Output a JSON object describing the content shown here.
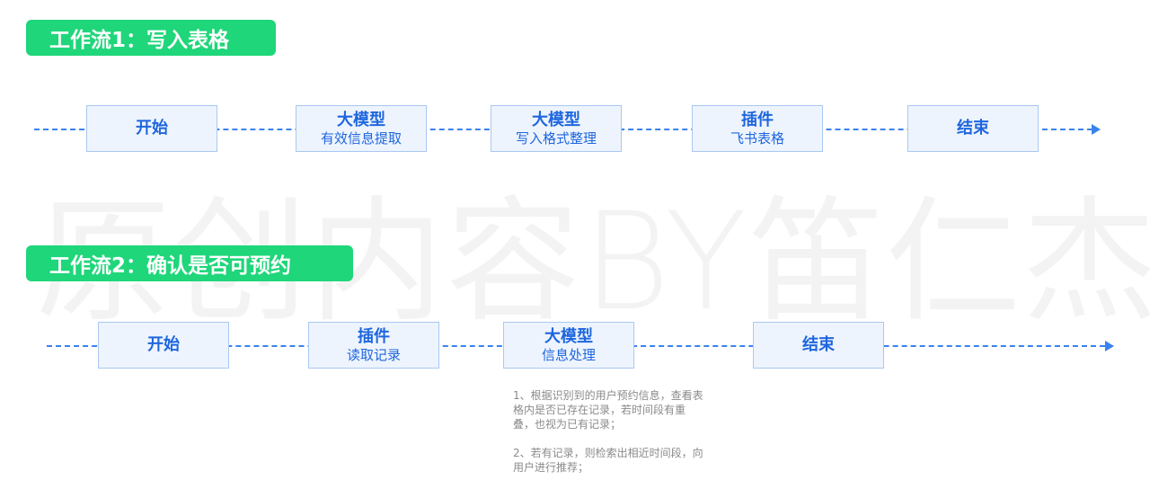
{
  "watermark": "原创内容BY笛仁杰",
  "workflows": [
    {
      "title": "工作流1：写入表格",
      "nodes": [
        {
          "main": "开始",
          "sub": ""
        },
        {
          "main": "大模型",
          "sub": "有效信息提取"
        },
        {
          "main": "大模型",
          "sub": "写入格式整理"
        },
        {
          "main": "插件",
          "sub": "飞书表格"
        },
        {
          "main": "结束",
          "sub": ""
        }
      ]
    },
    {
      "title": "工作流2：确认是否可预约",
      "nodes": [
        {
          "main": "开始",
          "sub": ""
        },
        {
          "main": "插件",
          "sub": "读取记录"
        },
        {
          "main": "大模型",
          "sub": "信息处理"
        },
        {
          "main": "结束",
          "sub": ""
        }
      ],
      "notes": [
        "1、根据识别到的用户预约信息，查看表格内是否已存在记录，若时间段有重叠，也视为已有记录；",
        "2、若有记录，则检索出相近时间段，向用户进行推荐；"
      ]
    }
  ],
  "colors": {
    "title_bg": "#1fd67a",
    "node_bg": "#eef4fd",
    "node_border": "#a9c8f2",
    "node_text": "#1e66de",
    "line": "#3a82ef"
  }
}
